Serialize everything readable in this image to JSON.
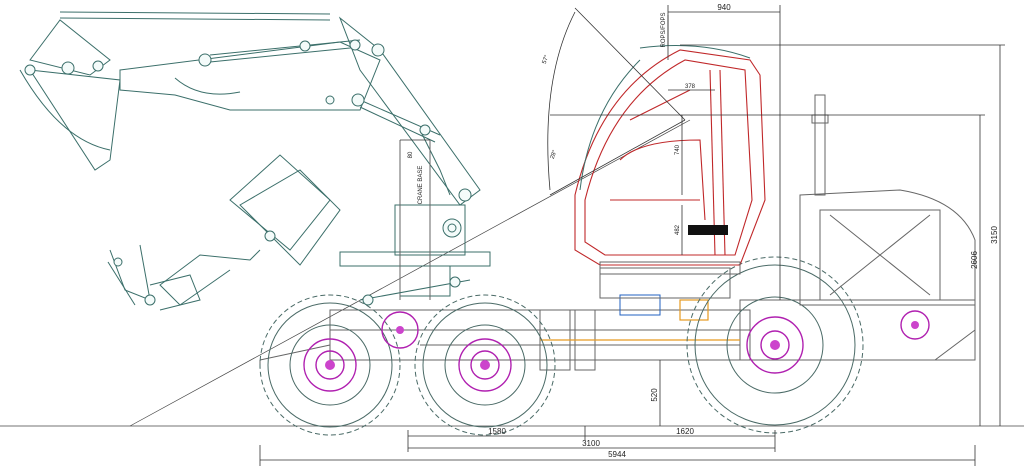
{
  "dimensions": {
    "overall_length": "5944",
    "front_to_mid": "1580",
    "mid_to_axle": "1620",
    "wheelbase": "3100",
    "overall_height": "3150",
    "cab_height": "2606",
    "ground_clearance": "520",
    "cab_width_top": "940",
    "cab_offset": "378",
    "cab_inner_height": "740",
    "seat_height": "482",
    "crane_post_offset": "80",
    "view_angle_upper": "57°",
    "view_angle_lower": "28°"
  },
  "labels": {
    "cab_note": "ROPS/FOPS",
    "crane_note": "CRANE BASE"
  },
  "colors": {
    "outline": "#3b6f6a",
    "cab": "#c0282a",
    "hub": "#b020b0",
    "accent": "#e69a20"
  }
}
